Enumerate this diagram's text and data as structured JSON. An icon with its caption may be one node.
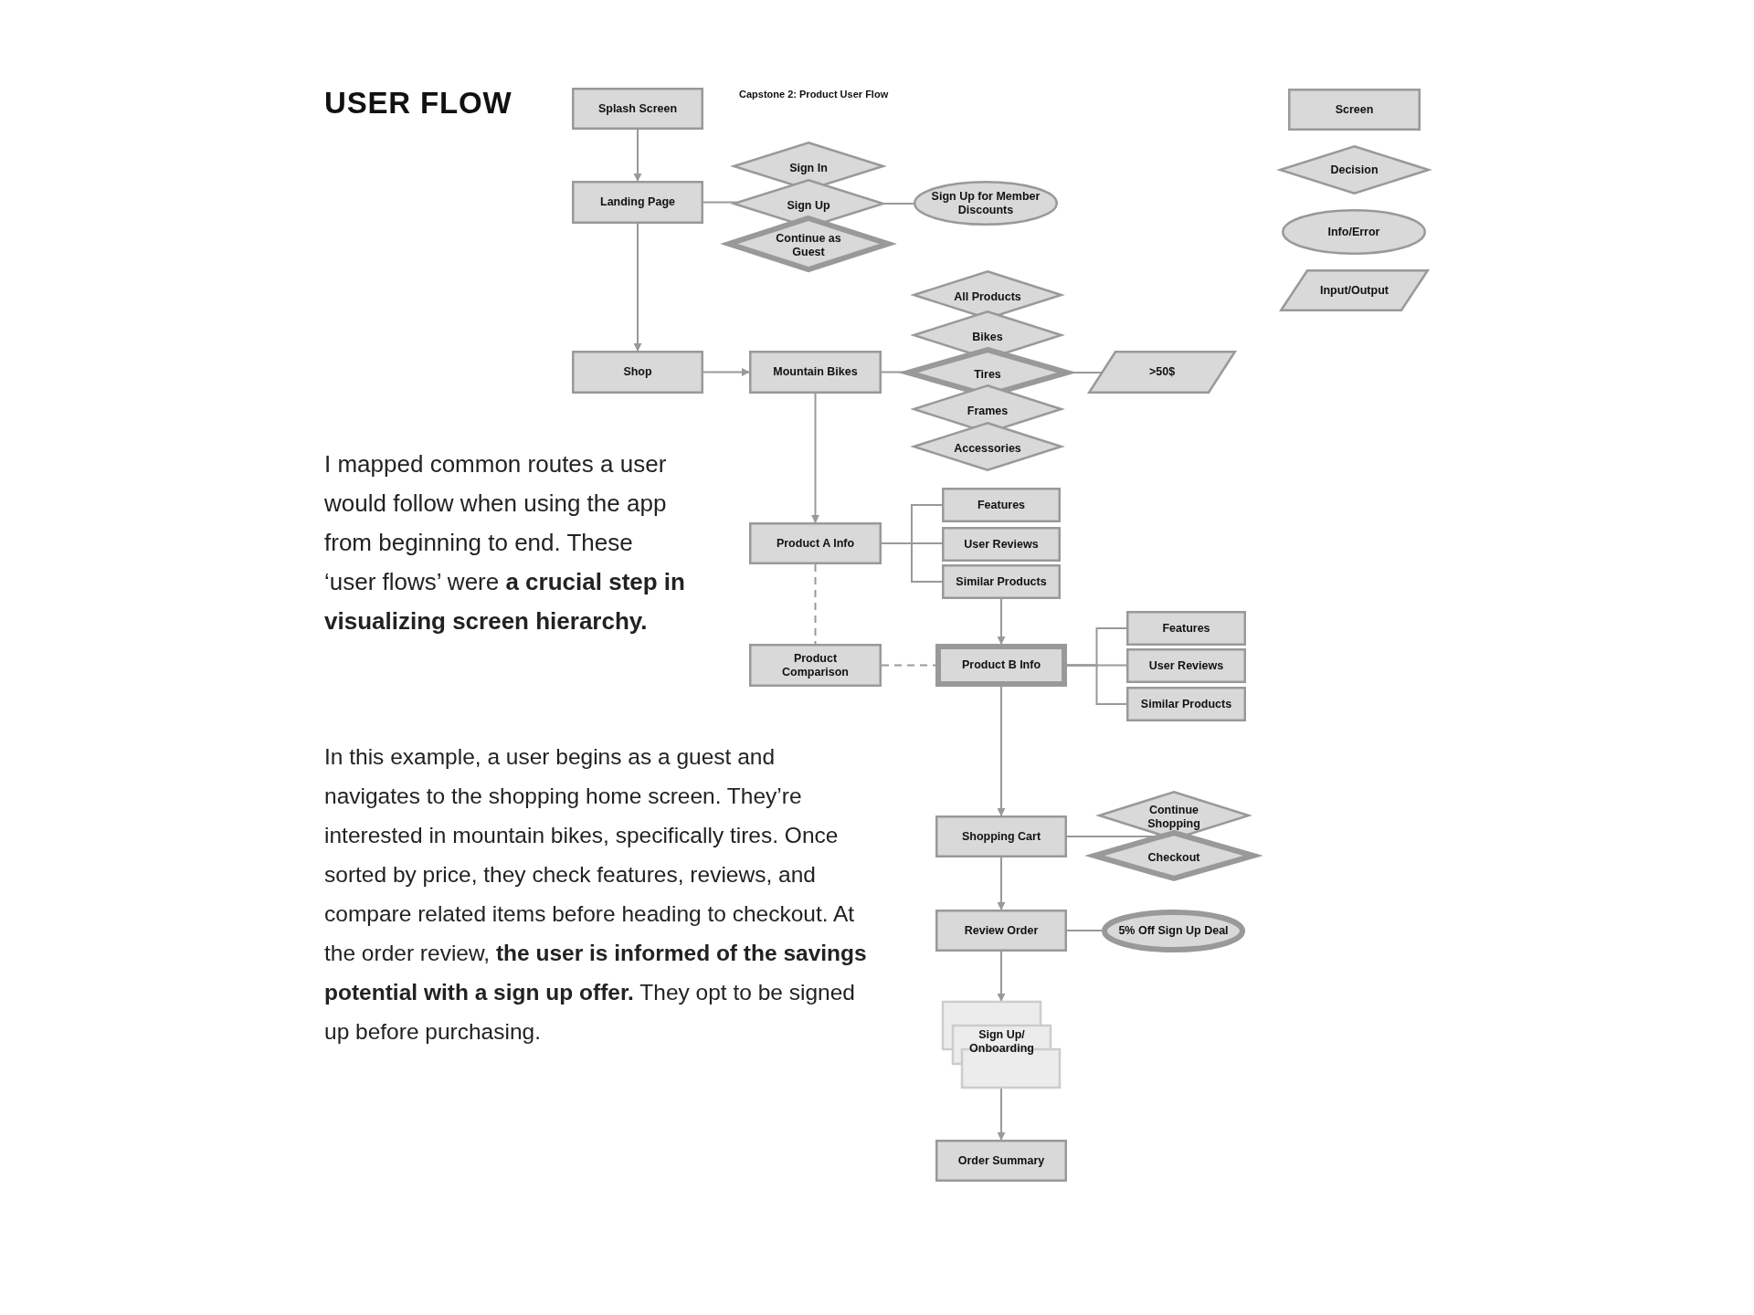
{
  "diagram": {
    "title": "USER FLOW",
    "nodes": [
      {
        "text": [
          "Splash Screen"
        ]
      },
      {
        "text": [
          "Sign In"
        ]
      },
      {
        "text": [
          "Landing Page"
        ]
      },
      {
        "text": [
          "Sign Up"
        ]
      },
      {
        "text": [
          "Sign Up for Member Discounts"
        ]
      },
      {
        "text": [
          "Continue as Guest"
        ]
      },
      {
        "text": [
          "All Products"
        ]
      },
      {
        "text": [
          "Bikes"
        ]
      },
      {
        "text": [
          "Shop"
        ]
      },
      {
        "text": [
          "Mountain Bikes"
        ]
      },
      {
        "text": [
          "Tires"
        ]
      },
      {
        "text": [
          ">50$"
        ]
      },
      {
        "text": [
          "Frames"
        ]
      },
      {
        "text": [
          "Accessories"
        ]
      },
      {
        "text": [
          "Features"
        ]
      },
      {
        "text": [
          "Product A Info"
        ]
      },
      {
        "text": [
          "User Reviews"
        ]
      },
      {
        "text": [
          "Similar Products"
        ]
      },
      {
        "text": [
          "Features"
        ]
      },
      {
        "text": [
          "Product Comparison"
        ]
      },
      {
        "text": [
          "Product B Info"
        ]
      },
      {
        "text": [
          "User Reviews"
        ]
      },
      {
        "text": [
          "Similar Products"
        ]
      },
      {
        "text": [
          "Continue Shopping"
        ]
      },
      {
        "text": [
          "Shopping Cart"
        ]
      },
      {
        "text": [
          "Checkout"
        ]
      },
      {
        "text": [
          "Review Order"
        ]
      },
      {
        "text": [
          "5% Off Sign Up Deal"
        ]
      },
      {
        "text": [
          "Sign Up/ Onboarding"
        ]
      },
      {
        "text": [
          "Order Summary"
        ]
      }
    ],
    "edges": [
      {
        "from": 0,
        "to": 2,
        "arrow": "to"
      },
      {
        "from": 2,
        "to": 3,
        "arrow": "none"
      },
      {
        "from": 3,
        "to": 4,
        "arrow": "none"
      },
      {
        "from": 2,
        "to": 8,
        "arrow": "to"
      },
      {
        "from": 8,
        "to": 9,
        "arrow": "to"
      },
      {
        "from": 9,
        "to": 10,
        "arrow": "none"
      },
      {
        "from": 10,
        "to": 11,
        "arrow": "none"
      },
      {
        "from": 9,
        "to": 15,
        "arrow": "to"
      },
      {
        "from": 15,
        "to": 14,
        "arrow": "none"
      },
      {
        "from": 15,
        "to": 16,
        "arrow": "none"
      },
      {
        "from": 15,
        "to": 17,
        "arrow": "none"
      },
      {
        "from": 17,
        "to": 20,
        "arrow": "to"
      },
      {
        "from": 15,
        "to": 19,
        "arrow": "none",
        "style": "dashed"
      },
      {
        "from": 19,
        "to": 20,
        "arrow": "none",
        "style": "dashed"
      },
      {
        "from": 20,
        "to": 18,
        "arrow": "none"
      },
      {
        "from": 20,
        "to": 21,
        "arrow": "none"
      },
      {
        "from": 20,
        "to": 22,
        "arrow": "none"
      },
      {
        "from": 20,
        "to": 24,
        "arrow": "to"
      },
      {
        "from": 24,
        "to": 25,
        "arrow": "none"
      },
      {
        "from": 24,
        "to": 26,
        "arrow": "to"
      },
      {
        "from": 26,
        "to": 27,
        "arrow": "none"
      },
      {
        "from": 26,
        "to": 28,
        "arrow": "to"
      },
      {
        "from": 28,
        "to": 29,
        "arrow": "to"
      }
    ],
    "labels": [
      "Capstone 2: Product User Flow",
      "I mapped common routes a user would follow when using the app from beginning to end. These ‘user flows’ were **a crucial step in visualizing screen hierarchy.**",
      "In this example, a user begins as a guest and navigates to the shopping home screen. They’re interested in mountain bikes, specifically tires. Once sorted by price, they check features, reviews, and compare related items before heading to checkout. At the order review, **the user is informed of the savings potential with a sign up offer.** They opt to be signed up before purchasing."
    ],
    "legend": [
      {
        "text": "Screen"
      },
      {
        "text": "Decision"
      },
      {
        "text": "Info/Error"
      },
      {
        "text": "Input/Output"
      }
    ]
  }
}
